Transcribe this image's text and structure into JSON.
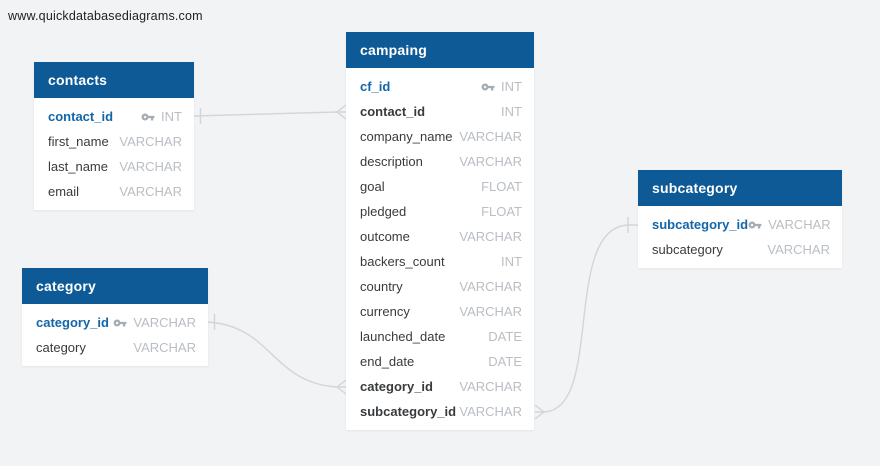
{
  "watermark": "www.quickdatabasediagrams.com",
  "colors": {
    "header_bg": "#0d5a96",
    "primary_key_text": "#1266a9",
    "field_text": "#383b3e",
    "type_text": "#b9bec4",
    "relationship_line": "#d3d5d6",
    "canvas_bg": "#f2f3f4",
    "table_bg": "#ffffff",
    "key_icon": "#a7adb4"
  },
  "tables": [
    {
      "title": "contacts",
      "fields": [
        {
          "name": "contact_id",
          "type": "INT",
          "pk": true
        },
        {
          "name": "first_name",
          "type": "VARCHAR"
        },
        {
          "name": "last_name",
          "type": "VARCHAR"
        },
        {
          "name": "email",
          "type": "VARCHAR"
        }
      ]
    },
    {
      "title": "campaing",
      "fields": [
        {
          "name": "cf_id",
          "type": "INT",
          "pk": true
        },
        {
          "name": "contact_id",
          "type": "INT",
          "fk": true
        },
        {
          "name": "company_name",
          "type": "VARCHAR"
        },
        {
          "name": "description",
          "type": "VARCHAR"
        },
        {
          "name": "goal",
          "type": "FLOAT"
        },
        {
          "name": "pledged",
          "type": "FLOAT"
        },
        {
          "name": "outcome",
          "type": "VARCHAR"
        },
        {
          "name": "backers_count",
          "type": "INT"
        },
        {
          "name": "country",
          "type": "VARCHAR"
        },
        {
          "name": "currency",
          "type": "VARCHAR"
        },
        {
          "name": "launched_date",
          "type": "DATE"
        },
        {
          "name": "end_date",
          "type": "DATE"
        },
        {
          "name": "category_id",
          "type": "VARCHAR",
          "fk": true
        },
        {
          "name": "subcategory_id",
          "type": "VARCHAR",
          "fk": true
        }
      ]
    },
    {
      "title": "category",
      "fields": [
        {
          "name": "category_id",
          "type": "VARCHAR",
          "pk": true
        },
        {
          "name": "category",
          "type": "VARCHAR"
        }
      ]
    },
    {
      "title": "subcategory",
      "fields": [
        {
          "name": "subcategory_id",
          "type": "VARCHAR",
          "pk": true
        },
        {
          "name": "subcategory",
          "type": "VARCHAR"
        }
      ]
    }
  ],
  "relationships": [
    {
      "from": "contacts.contact_id",
      "to": "campaing.contact_id",
      "from_cardinality": "one",
      "to_cardinality": "many"
    },
    {
      "from": "category.category_id",
      "to": "campaing.category_id",
      "from_cardinality": "one",
      "to_cardinality": "many"
    },
    {
      "from": "subcategory.subcategory_id",
      "to": "campaing.subcategory_id",
      "from_cardinality": "one",
      "to_cardinality": "many"
    }
  ]
}
